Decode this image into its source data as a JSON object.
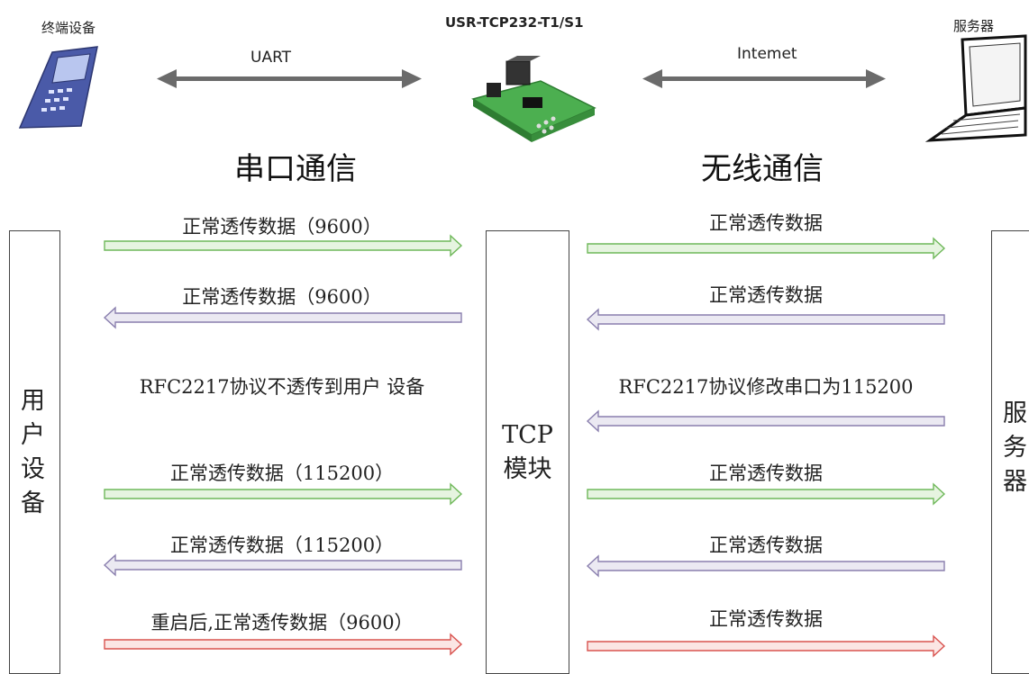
{
  "top": {
    "terminal_label": "终端设备",
    "module_label": "USR-TCP232-T1/S1",
    "server_label": "服务器",
    "uart_label": "UART",
    "internet_label": "Intemet"
  },
  "sections": {
    "serial_title": "串口通信",
    "wireless_title": "无线通信"
  },
  "boxes": {
    "user_device": [
      "用",
      "户",
      "设",
      "备"
    ],
    "tcp_module": [
      "TCP",
      "模块"
    ],
    "server": [
      "服",
      "务",
      "器"
    ]
  },
  "left_flows": [
    {
      "label": "正常透传数据（9600）",
      "direction": "right",
      "color": "green"
    },
    {
      "label": "正常透传数据（9600）",
      "direction": "left",
      "color": "purple"
    },
    {
      "label": "RFC2217协议不透传到用户 设备",
      "direction": "none",
      "color": ""
    },
    {
      "label": "正常透传数据（115200）",
      "direction": "right",
      "color": "green"
    },
    {
      "label": "正常透传数据（115200）",
      "direction": "left",
      "color": "purple"
    },
    {
      "label": "重启后,正常透传数据（9600）",
      "direction": "right",
      "color": "red"
    }
  ],
  "right_flows": [
    {
      "label": "正常透传数据",
      "direction": "right",
      "color": "green"
    },
    {
      "label": "正常透传数据",
      "direction": "left",
      "color": "purple"
    },
    {
      "label": "RFC2217协议修改串口为115200",
      "direction": "left",
      "color": "purple"
    },
    {
      "label": "正常透传数据",
      "direction": "right",
      "color": "green"
    },
    {
      "label": "正常透传数据",
      "direction": "left",
      "color": "purple"
    },
    {
      "label": "正常透传数据",
      "direction": "right",
      "color": "red"
    }
  ],
  "colors": {
    "green_fill": "#e6f4e0",
    "green_stroke": "#6fb85a",
    "purple_fill": "#ebe9f2",
    "purple_stroke": "#8a7fae",
    "red_fill": "#fbe6e4",
    "red_stroke": "#d9534f",
    "gray_arrow": "#6b6b6b"
  }
}
